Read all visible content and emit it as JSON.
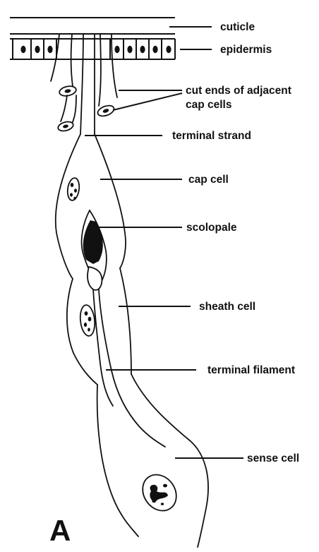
{
  "labels": {
    "cuticle": "cuticle",
    "epidermis": "epidermis",
    "cut_ends_line1": "cut ends of adjacent",
    "cut_ends_line2": "cap cells",
    "terminal_strand": "terminal strand",
    "cap_cell": "cap cell",
    "scolopale": "scolopale",
    "sheath_cell": "sheath cell",
    "terminal_filament": "terminal filament",
    "sense_cell": "sense cell"
  },
  "panel_letter": "A"
}
